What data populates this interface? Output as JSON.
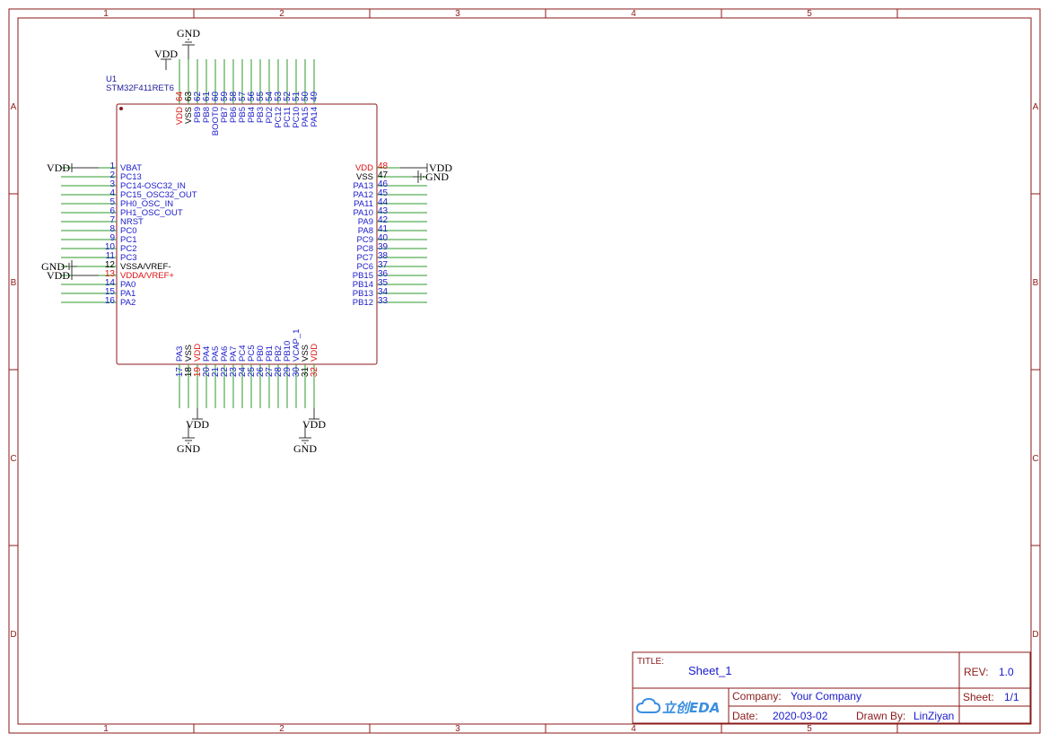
{
  "designator": "U1",
  "part": "STM32F411RET6",
  "zones": {
    "columns": [
      "1",
      "2",
      "3",
      "4",
      "5"
    ],
    "rows": [
      "A",
      "B",
      "C",
      "D"
    ]
  },
  "colors": {
    "frame": "#8b1a1a",
    "pin_line": "#2e9b2e",
    "signal_text": "#1a1acc",
    "power_text": "#dd1111",
    "ground_text": "#000000"
  },
  "pins": {
    "left": [
      {
        "num": "1",
        "name": "VBAT",
        "kind": "sig",
        "net": "VDD"
      },
      {
        "num": "2",
        "name": "PC13",
        "kind": "sig"
      },
      {
        "num": "3",
        "name": "PC14-OSC32_IN",
        "kind": "sig"
      },
      {
        "num": "4",
        "name": "PC15_OSC32_OUT",
        "kind": "sig"
      },
      {
        "num": "5",
        "name": "PH0_OSC_IN",
        "kind": "sig"
      },
      {
        "num": "6",
        "name": "PH1_OSC_OUT",
        "kind": "sig"
      },
      {
        "num": "7",
        "name": "NRST",
        "kind": "sig"
      },
      {
        "num": "8",
        "name": "PC0",
        "kind": "sig"
      },
      {
        "num": "9",
        "name": "PC1",
        "kind": "sig"
      },
      {
        "num": "10",
        "name": "PC2",
        "kind": "sig"
      },
      {
        "num": "11",
        "name": "PC3",
        "kind": "sig"
      },
      {
        "num": "12",
        "name": "VSSA/VREF-",
        "kind": "gnd",
        "net": "GND"
      },
      {
        "num": "13",
        "name": "VDDA/VREF+",
        "kind": "pwr",
        "net": "VDD"
      },
      {
        "num": "14",
        "name": "PA0",
        "kind": "sig"
      },
      {
        "num": "15",
        "name": "PA1",
        "kind": "sig"
      },
      {
        "num": "16",
        "name": "PA2",
        "kind": "sig"
      }
    ],
    "right": [
      {
        "num": "48",
        "name": "VDD",
        "kind": "pwr",
        "net": "VDD"
      },
      {
        "num": "47",
        "name": "VSS",
        "kind": "gnd",
        "net": "GND"
      },
      {
        "num": "46",
        "name": "PA13",
        "kind": "sig"
      },
      {
        "num": "45",
        "name": "PA12",
        "kind": "sig"
      },
      {
        "num": "44",
        "name": "PA11",
        "kind": "sig"
      },
      {
        "num": "43",
        "name": "PA10",
        "kind": "sig"
      },
      {
        "num": "42",
        "name": "PA9",
        "kind": "sig"
      },
      {
        "num": "41",
        "name": "PA8",
        "kind": "sig"
      },
      {
        "num": "40",
        "name": "PC9",
        "kind": "sig"
      },
      {
        "num": "39",
        "name": "PC8",
        "kind": "sig"
      },
      {
        "num": "38",
        "name": "PC7",
        "kind": "sig"
      },
      {
        "num": "37",
        "name": "PC6",
        "kind": "sig"
      },
      {
        "num": "36",
        "name": "PB15",
        "kind": "sig"
      },
      {
        "num": "35",
        "name": "PB14",
        "kind": "sig"
      },
      {
        "num": "34",
        "name": "PB13",
        "kind": "sig"
      },
      {
        "num": "33",
        "name": "PB12",
        "kind": "sig"
      }
    ],
    "top": [
      {
        "num": "64",
        "name": "VDD",
        "kind": "pwr",
        "net": "VDD"
      },
      {
        "num": "63",
        "name": "VSS",
        "kind": "gnd",
        "net": "GND"
      },
      {
        "num": "62",
        "name": "PB9",
        "kind": "sig"
      },
      {
        "num": "61",
        "name": "PB8",
        "kind": "sig"
      },
      {
        "num": "60",
        "name": "BOOT0",
        "kind": "sig"
      },
      {
        "num": "59",
        "name": "PB7",
        "kind": "sig"
      },
      {
        "num": "58",
        "name": "PB6",
        "kind": "sig"
      },
      {
        "num": "57",
        "name": "PB5",
        "kind": "sig"
      },
      {
        "num": "56",
        "name": "PB4",
        "kind": "sig"
      },
      {
        "num": "55",
        "name": "PB3",
        "kind": "sig"
      },
      {
        "num": "54",
        "name": "PD2",
        "kind": "sig"
      },
      {
        "num": "53",
        "name": "PC12",
        "kind": "sig"
      },
      {
        "num": "52",
        "name": "PC11",
        "kind": "sig"
      },
      {
        "num": "51",
        "name": "PC10",
        "kind": "sig"
      },
      {
        "num": "50",
        "name": "PA15",
        "kind": "sig"
      },
      {
        "num": "49",
        "name": "PA14",
        "kind": "sig"
      }
    ],
    "bottom": [
      {
        "num": "17",
        "name": "PA3",
        "kind": "sig"
      },
      {
        "num": "18",
        "name": "VSS",
        "kind": "gnd",
        "net": "GND"
      },
      {
        "num": "19",
        "name": "VDD",
        "kind": "pwr",
        "net": "VDD"
      },
      {
        "num": "20",
        "name": "PA4",
        "kind": "sig"
      },
      {
        "num": "21",
        "name": "PA5",
        "kind": "sig"
      },
      {
        "num": "22",
        "name": "PA6",
        "kind": "sig"
      },
      {
        "num": "23",
        "name": "PA7",
        "kind": "sig"
      },
      {
        "num": "24",
        "name": "PC4",
        "kind": "sig"
      },
      {
        "num": "25",
        "name": "PC5",
        "kind": "sig"
      },
      {
        "num": "26",
        "name": "PB0",
        "kind": "sig"
      },
      {
        "num": "27",
        "name": "PB1",
        "kind": "sig"
      },
      {
        "num": "28",
        "name": "PB2",
        "kind": "sig"
      },
      {
        "num": "29",
        "name": "PB10",
        "kind": "sig"
      },
      {
        "num": "30",
        "name": "VCAP_1",
        "kind": "sig"
      },
      {
        "num": "31",
        "name": "VSS",
        "kind": "gnd",
        "net": "GND"
      },
      {
        "num": "32",
        "name": "VDD",
        "kind": "pwr",
        "net": "VDD"
      }
    ]
  },
  "title_block": {
    "title_label": "TITLE:",
    "title": "Sheet_1",
    "rev_label": "REV:",
    "rev": "1.0",
    "company_label": "Company:",
    "company": "Your Company",
    "sheet_label": "Sheet:",
    "sheet": "1/1",
    "date_label": "Date:",
    "date": "2020-03-02",
    "drawn_label": "Drawn By:",
    "drawn_by": "LinZiyan",
    "logo_text": "立创EDA"
  }
}
